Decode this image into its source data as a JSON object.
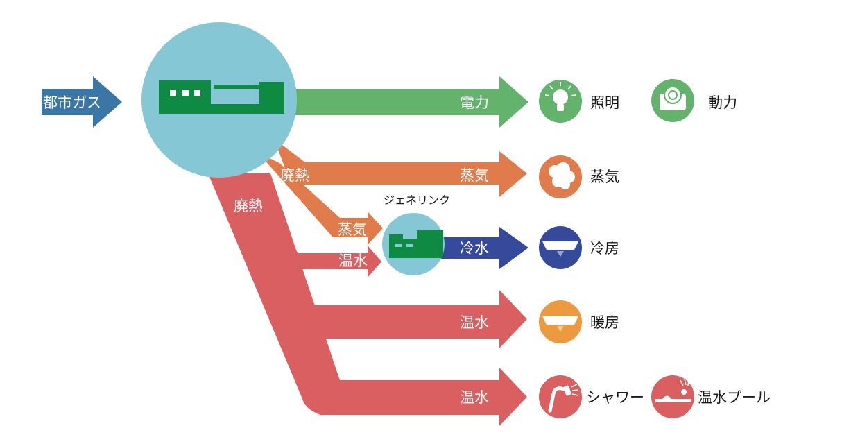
{
  "colors": {
    "gas": "#3a76a6",
    "plant_circle": "#85c7d4",
    "plant_icon": "#0e8a43",
    "electricity": "#63b36c",
    "steam": "#e07b4c",
    "hot_water": "#d95f61",
    "cold_water": "#354a9b",
    "heating": "#eb9a3f",
    "light_green": "#63b36c"
  },
  "icons": {
    "plant": "factory-icon",
    "genelink": "absorption-chiller-icon",
    "lighting": "light-bulb-icon",
    "power": "motor-icon",
    "steam": "steam-cloud-icon",
    "cooling": "cooling-ceiling-unit-icon",
    "heating": "heating-ceiling-unit-icon",
    "shower": "shower-head-icon",
    "pool": "swimming-pool-icon"
  },
  "diagram": {
    "input_label": "都市ガス",
    "electricity_label": "電力",
    "waste_heat_label_upper": "廃熱",
    "waste_heat_label_lower": "廃熱",
    "steam_flow_label": "蒸気",
    "genelink_title": "ジェネリンク",
    "genelink_steam_in": "蒸気",
    "genelink_hotwater_in": "温水",
    "cold_water_label": "冷水",
    "heating_water_label": "温水",
    "hot_water_label": "温水",
    "outputs": {
      "lighting": "照明",
      "power": "動力",
      "steam": "蒸気",
      "cooling": "冷房",
      "heating": "暖房",
      "shower": "シャワー",
      "pool": "温水プール"
    }
  }
}
